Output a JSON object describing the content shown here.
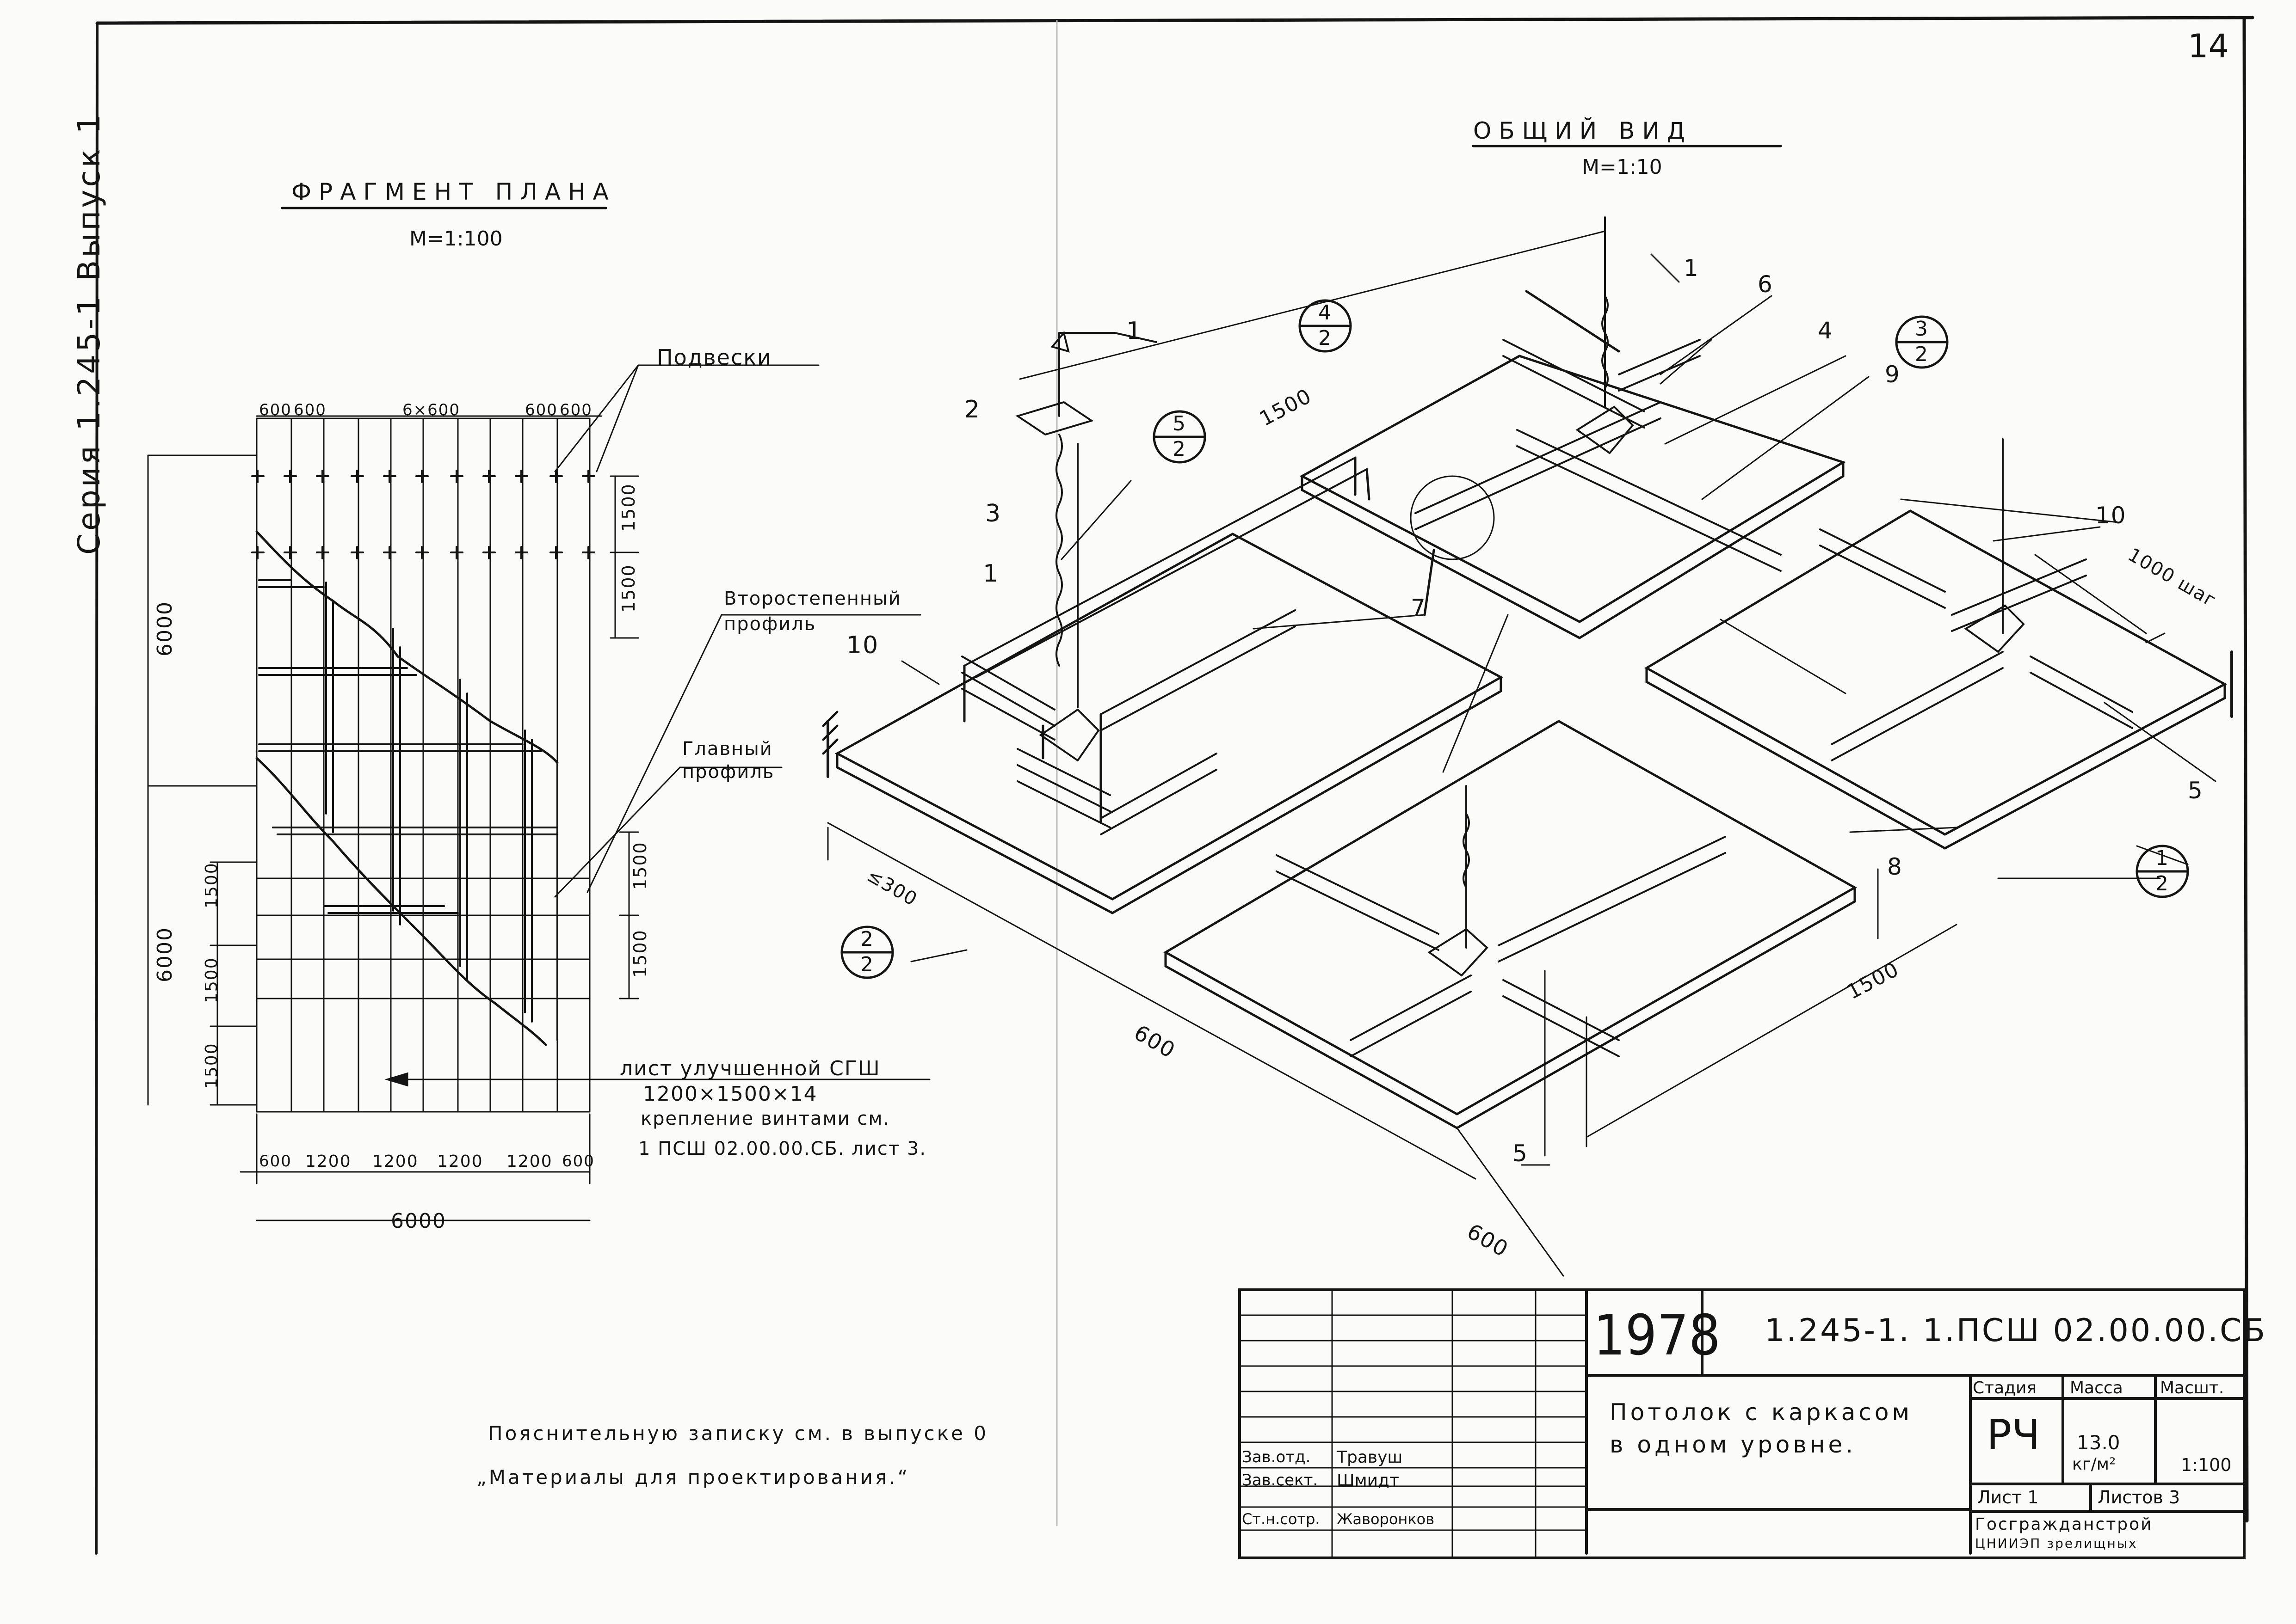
{
  "sheet_number": "14",
  "series_label": "Серия 1.245-1 Выпуск 1",
  "plan": {
    "heading": "ФРАГМЕНТ ПЛАНА",
    "scale": "М=1:100",
    "hangers_label": "Подвески",
    "secondary_profile_label": [
      "Второстепенный",
      "профиль"
    ],
    "main_profile_label": [
      "Главный",
      "профиль"
    ],
    "sheet_note": [
      "лист улучшенной СГШ",
      "1200×1500×14",
      "крепление винтами см.",
      "1 ПСШ 02.00.00.СБ. лист 3."
    ],
    "top_dims": [
      "600",
      "600",
      "6×600",
      "600",
      "600"
    ],
    "right_dims_upper": [
      "1500",
      "1500"
    ],
    "right_dims_lower": [
      "1500",
      "1500"
    ],
    "left_dims": [
      "6000",
      "6000",
      "1500",
      "1500",
      "1500"
    ],
    "bottom_dims": [
      "600",
      "1200",
      "1200",
      "1200",
      "1200",
      "600"
    ],
    "bottom_total": "6000"
  },
  "view": {
    "heading": "ОБЩИЙ ВИД",
    "scale": "М=1:10",
    "callouts": [
      "1",
      "2",
      "3",
      "1",
      "10",
      "1",
      "6",
      "4",
      "9",
      "7",
      "10",
      "5",
      "8",
      "5"
    ],
    "section_marks": [
      {
        "top": "5",
        "bottom": "2"
      },
      {
        "top": "4",
        "bottom": "2"
      },
      {
        "top": "3",
        "bottom": "2"
      },
      {
        "top": "2",
        "bottom": "2"
      },
      {
        "top": "1",
        "bottom": "2"
      }
    ],
    "dims": [
      "1500",
      "1000 шаг",
      "≤300",
      "600",
      "600",
      "1500"
    ]
  },
  "footer_note": [
    "Пояснительную записку см. в выпуске 0",
    "„Материалы для проектирования.“"
  ],
  "title_block": {
    "year": "1978",
    "code": "1.245-1. 1.ПСШ 02.00.00.СБ",
    "title": [
      "Потолок с каркасом",
      "в одном уровне."
    ],
    "stage_header": "Стадия",
    "mass_header": "Масса",
    "scale_header": "Масшт.",
    "stage": "РЧ",
    "mass": "13.0",
    "mass_unit": "кг/м²",
    "scale": "1:100",
    "sheet": "Лист 1",
    "sheets": "Листов 3",
    "org": "Госгражданстрой",
    "org_sub": "ЦНИИЭП зрелищных",
    "staff": [
      {
        "role": "Зав.отд.",
        "name": "Травуш"
      },
      {
        "role": "Зав.сект.",
        "name": "Шмидт"
      },
      {
        "role": "Ст.н.сотр.",
        "name": "Жаворонков"
      }
    ]
  }
}
